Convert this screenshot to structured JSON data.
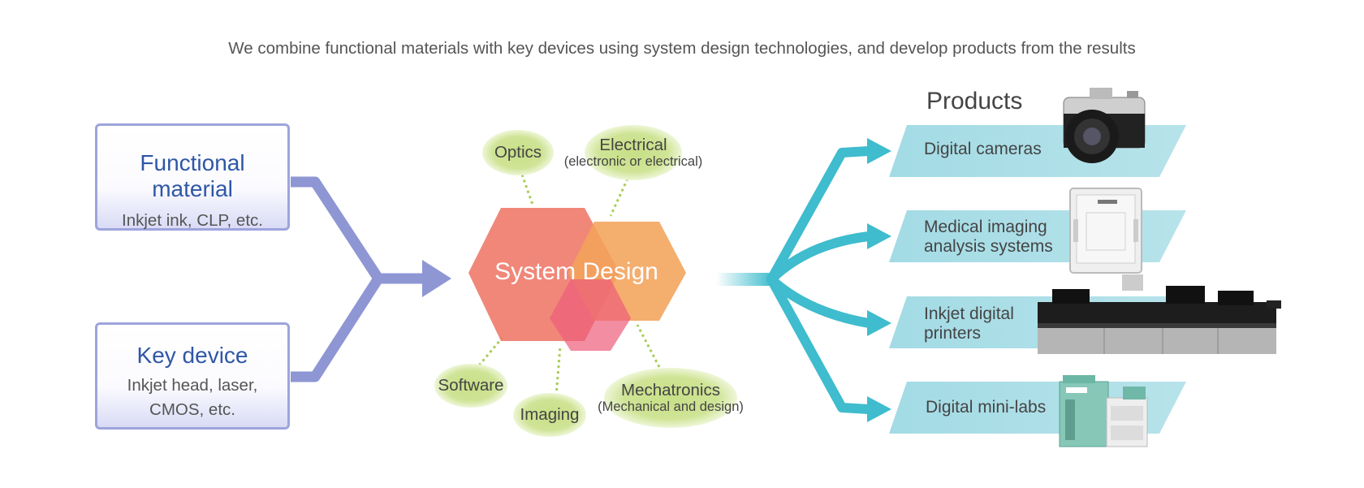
{
  "caption": "We combine functional materials with key devices using system design technologies, and develop products from the results",
  "inputs": [
    {
      "title": "Functional material",
      "lines": [
        "Inkjet ink, CLP, etc."
      ]
    },
    {
      "title": "Key device",
      "lines": [
        "Inkjet head, laser,",
        "CMOS, etc."
      ]
    }
  ],
  "center": {
    "title": "System Design"
  },
  "technologies": [
    {
      "name": "Optics",
      "detail": ""
    },
    {
      "name": "Electrical",
      "detail": "(electronic or electrical)"
    },
    {
      "name": "Software",
      "detail": ""
    },
    {
      "name": "Imaging",
      "detail": ""
    },
    {
      "name": "Mechatronics",
      "detail": "(Mechanical and design)"
    }
  ],
  "products_title": "Products",
  "products": [
    {
      "lines": [
        "Digital cameras"
      ],
      "image_icon": "camera-icon"
    },
    {
      "lines": [
        "Medical imaging",
        "analysis systems"
      ],
      "image_icon": "xray-cassette-icon"
    },
    {
      "lines": [
        "Inkjet digital",
        "printers"
      ],
      "image_icon": "printer-icon"
    },
    {
      "lines": [
        "Digital mini-labs"
      ],
      "image_icon": "minilab-icon"
    }
  ],
  "colors": {
    "input_arrow": "#8e96d4",
    "output_arrow": "#3fbccd",
    "product_band": "#a9dde6",
    "bubble": "#c9e08a",
    "hex_left": "#ee7a6a",
    "hex_right": "#f2a55f",
    "box_title": "#2f57a5"
  }
}
